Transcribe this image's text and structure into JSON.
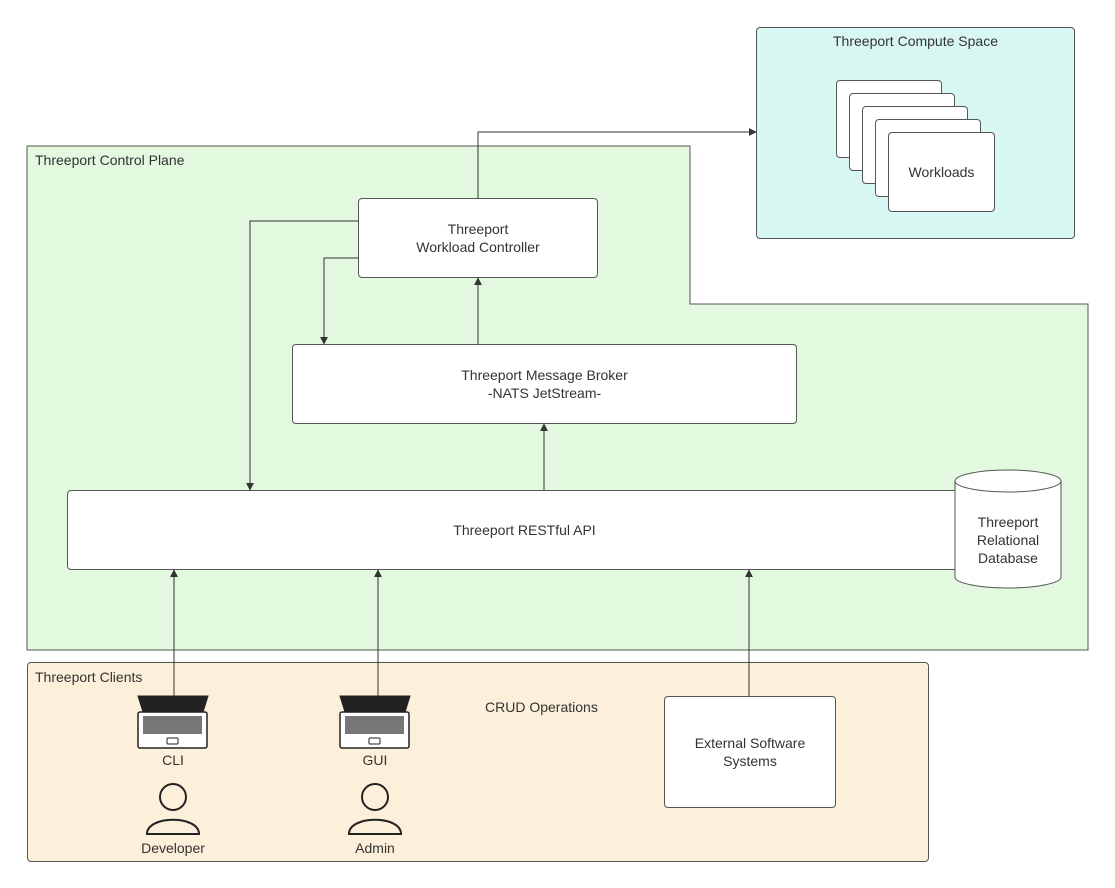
{
  "zones": {
    "compute_space": {
      "title": "Threeport Compute Space",
      "color": "#d8f7f2"
    },
    "control_plane": {
      "title": "Threeport Control Plane",
      "color": "#e2f9e0"
    },
    "clients": {
      "title": "Threeport Clients",
      "color": "#fdf0da"
    }
  },
  "nodes": {
    "workloads": "Workloads",
    "workload_controller": {
      "line1": "Threeport",
      "line2": "Workload Controller"
    },
    "message_broker": {
      "line1": "Threeport Message Broker",
      "line2": "-NATS JetStream-"
    },
    "restful_api": "Threeport RESTful API",
    "database": {
      "line1": "Threeport",
      "line2": "Relational",
      "line3": "Database"
    },
    "external_systems": {
      "line1": "External Software",
      "line2": "Systems"
    }
  },
  "clients": {
    "crud_label": "CRUD Operations",
    "cli": {
      "device_label": "CLI",
      "person_label": "Developer"
    },
    "gui": {
      "device_label": "GUI",
      "person_label": "Admin"
    }
  },
  "icons": [
    "laptop-icon",
    "person-icon",
    "database-cylinder-icon"
  ]
}
